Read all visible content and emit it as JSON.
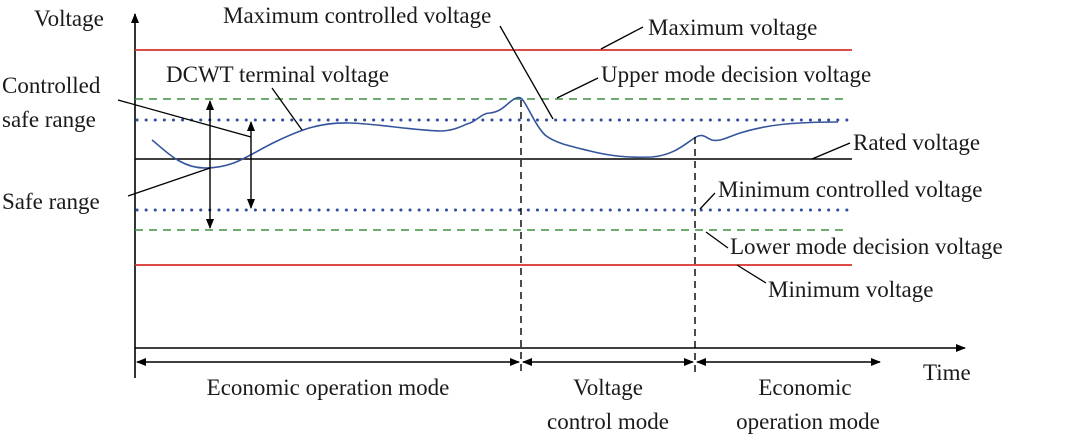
{
  "axes": {
    "y_label": "Voltage",
    "x_label": "Time"
  },
  "levels": {
    "maximum_voltage": "Maximum voltage",
    "upper_mode_decision_voltage": "Upper mode decision voltage",
    "maximum_controlled_voltage": "Maximum controlled voltage",
    "rated_voltage": "Rated voltage",
    "minimum_controlled_voltage": "Minimum controlled voltage",
    "lower_mode_decision_voltage": "Lower mode decision voltage",
    "minimum_voltage": "Minimum voltage"
  },
  "curve_label": "DCWT terminal voltage",
  "ranges": {
    "controlled_safe_range_line1": "Controlled",
    "controlled_safe_range_line2": "safe range",
    "safe_range": "Safe range"
  },
  "modes": {
    "mode1": "Economic operation mode",
    "mode2_line1": "Voltage",
    "mode2_line2": "control mode",
    "mode3_line1": "Economic",
    "mode3_line2": "operation mode"
  },
  "colors": {
    "limit_line": "#d9302c",
    "decision_line": "#3f8f3f",
    "controlled_line": "#2f4fa0",
    "voltage_curve": "#34559c",
    "rated_line": "#000000"
  }
}
